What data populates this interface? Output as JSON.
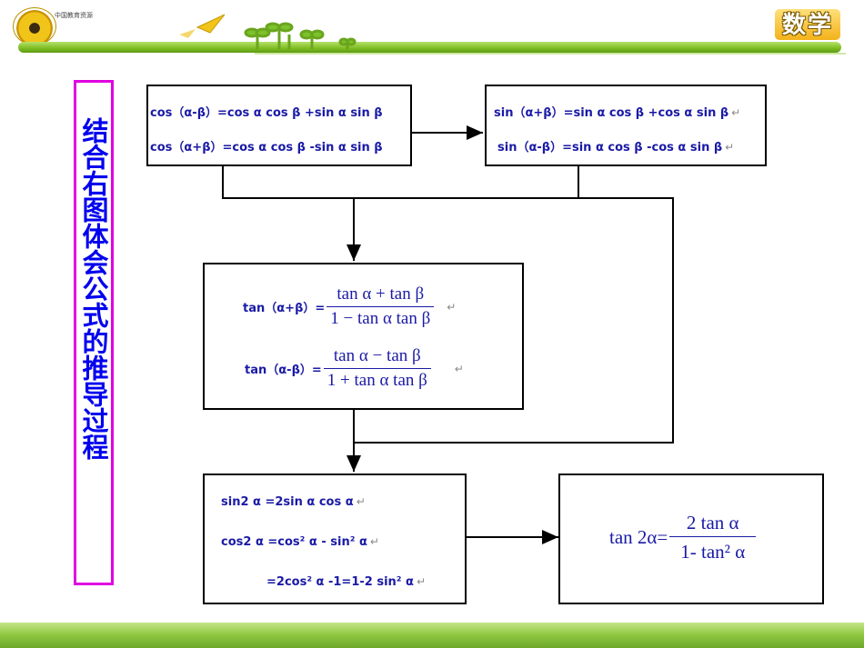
{
  "header": {
    "logo_text": "中国教育资源",
    "subject": "数学"
  },
  "sidebar_title": "结合右图体会公式的推导过程",
  "box_cos": {
    "line1": "cos（α-β）=cos α cos β +sin α sin β",
    "line2": "cos（α+β）=cos α cos β -sin α sin β"
  },
  "box_sin": {
    "line1": "sin（α+β）=sin α cos β +cos α sin β",
    "line2": "sin（α-β）=sin α cos β -cos α sin β"
  },
  "box_tan": {
    "line1_label": "tan（α+β）=",
    "line1_num": "tan α + tan β",
    "line1_den": "1 − tan α tan β",
    "line2_label": "tan（α-β）=",
    "line2_num": "tan α − tan β",
    "line2_den": "1 + tan α tan β"
  },
  "box_double": {
    "line1": "sin2 α =2sin α cos α",
    "line2": "cos2 α =cos² α - sin² α",
    "line3": "=2cos² α -1=1-2 sin² α"
  },
  "box_tan2": {
    "label": "tan 2α=",
    "num": "2 tan α",
    "den": "1- tan² α"
  },
  "return_mark": "↵"
}
